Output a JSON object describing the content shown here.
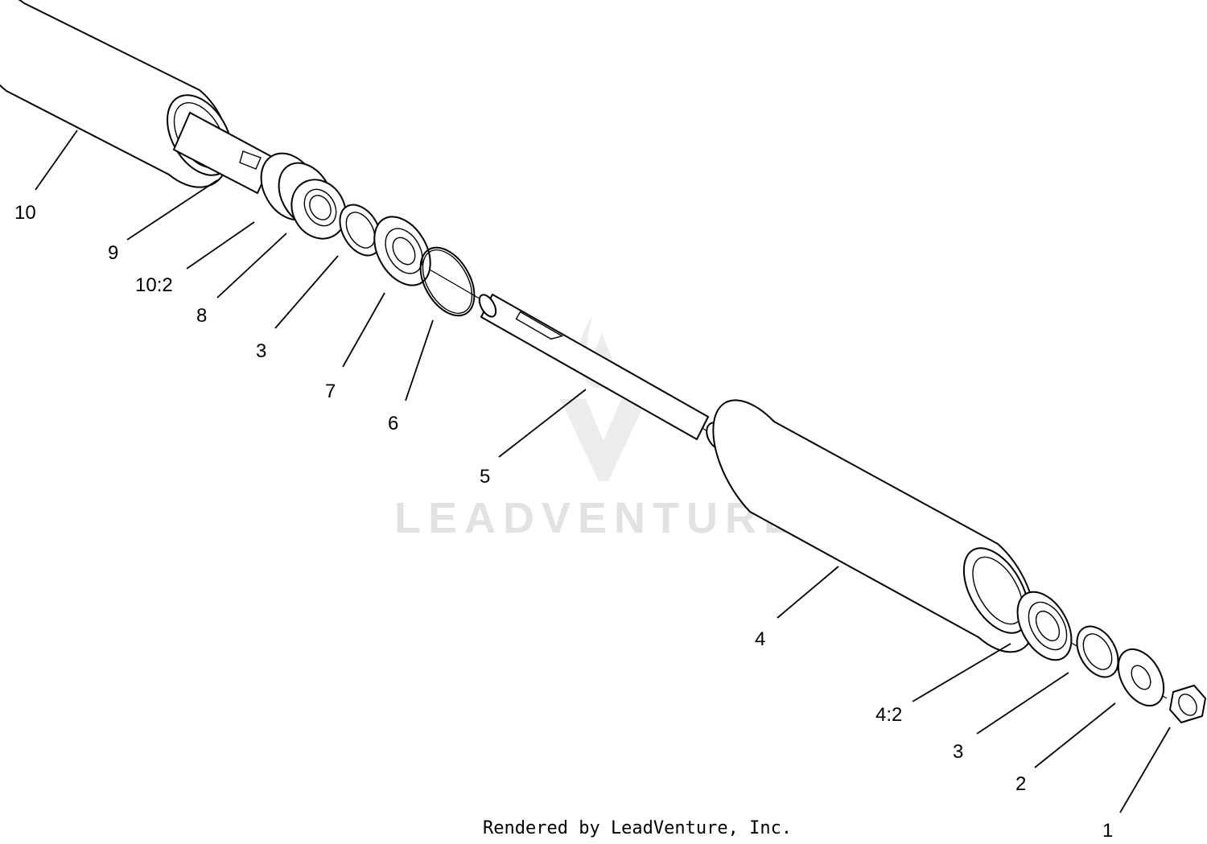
{
  "watermark": {
    "text": "LEADVENTURE"
  },
  "footer": {
    "text": "Rendered by LeadVenture, Inc."
  },
  "callouts": [
    {
      "id": "10",
      "label": "10"
    },
    {
      "id": "9",
      "label": "9"
    },
    {
      "id": "10-2",
      "label": "10:2"
    },
    {
      "id": "8",
      "label": "8"
    },
    {
      "id": "3a",
      "label": "3"
    },
    {
      "id": "7",
      "label": "7"
    },
    {
      "id": "6",
      "label": "6"
    },
    {
      "id": "5",
      "label": "5"
    },
    {
      "id": "4",
      "label": "4"
    },
    {
      "id": "4-2",
      "label": "4:2"
    },
    {
      "id": "3b",
      "label": "3"
    },
    {
      "id": "2",
      "label": "2"
    },
    {
      "id": "1",
      "label": "1"
    }
  ],
  "colors": {
    "line": "#000000",
    "background": "#ffffff",
    "watermark": "#e2e2e2"
  }
}
